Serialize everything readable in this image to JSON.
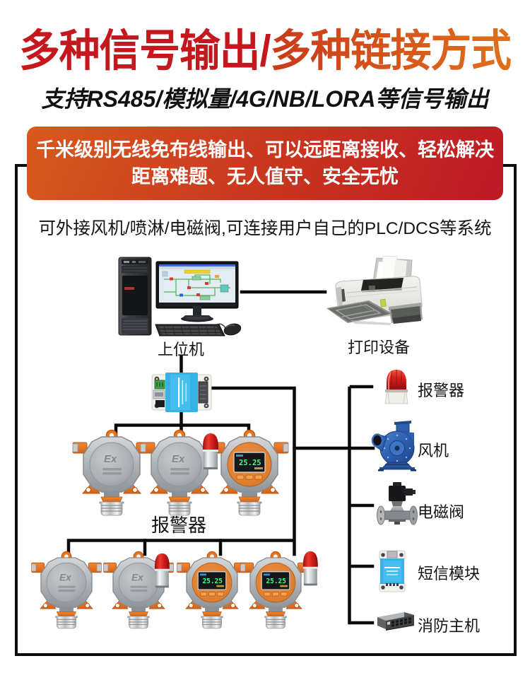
{
  "title": {
    "part1": "多种信号输出/",
    "part2": "多种链接方式"
  },
  "subtitle": "支持RS485/模拟量/4G/NB/LORA等信号输出",
  "banner": {
    "line1": "千米级别无线免布线输出、可以远距离接收、轻松解决",
    "line2": "距离难题、无人值守、安全无忧"
  },
  "diagram": {
    "caption": "可外接风机/喷淋/电磁阀,可连接用户自己的PLC/DCS等系统",
    "host_computer_label": "上位机",
    "printer_label": "打印设备",
    "detector_group_label": "报警器",
    "right_devices": [
      {
        "icon": "alarm-beacon",
        "label": "报警器"
      },
      {
        "icon": "exhaust-fan",
        "label": "风机"
      },
      {
        "icon": "solenoid-valve",
        "label": "电磁阀"
      },
      {
        "icon": "sms-module",
        "label": "短信模块"
      },
      {
        "icon": "fire-control-host",
        "label": "消防主机"
      }
    ]
  },
  "colors": {
    "title_red": "#c5171e",
    "title_orange_start": "#c93a1b",
    "title_orange_end": "#e0701b",
    "banner_gradient_start": "#d85a1e",
    "banner_gradient_end": "#bd1a24",
    "banner_text": "#ffffff",
    "box_border": "#0d0d0d",
    "connector_line": "#0a0a0a",
    "detector_orange": "#e8761f",
    "device_blue": "#35b3e7"
  }
}
